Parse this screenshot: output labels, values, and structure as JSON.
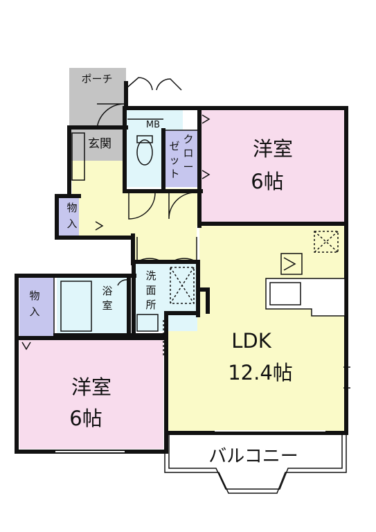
{
  "colors": {
    "wall": "#111111",
    "western_room": "#f8dced",
    "ldk": "#fafac8",
    "entrance": "#c4c4c4",
    "storage": "#c6c6ee",
    "wet_area": "#e0f6fa",
    "balcony": "#ffffff"
  },
  "rooms": {
    "porch": "ポーチ",
    "entrance": "玄関",
    "mb": "MB",
    "closet": [
      "ク",
      "ロ",
      "ー",
      "ゼ",
      "ッ",
      "ト"
    ],
    "storage_upper": [
      "物",
      "入"
    ],
    "western_top_name": "洋室",
    "western_top_size": "6帖",
    "bath": [
      "浴",
      "室"
    ],
    "washroom": [
      "洗",
      "面",
      "所"
    ],
    "storage_left": [
      "物",
      "入"
    ],
    "ldk_name": "LDK",
    "ldk_size": "12.4帖",
    "western_bottom_name": "洋室",
    "western_bottom_size": "6帖",
    "balcony": "バルコニー"
  }
}
